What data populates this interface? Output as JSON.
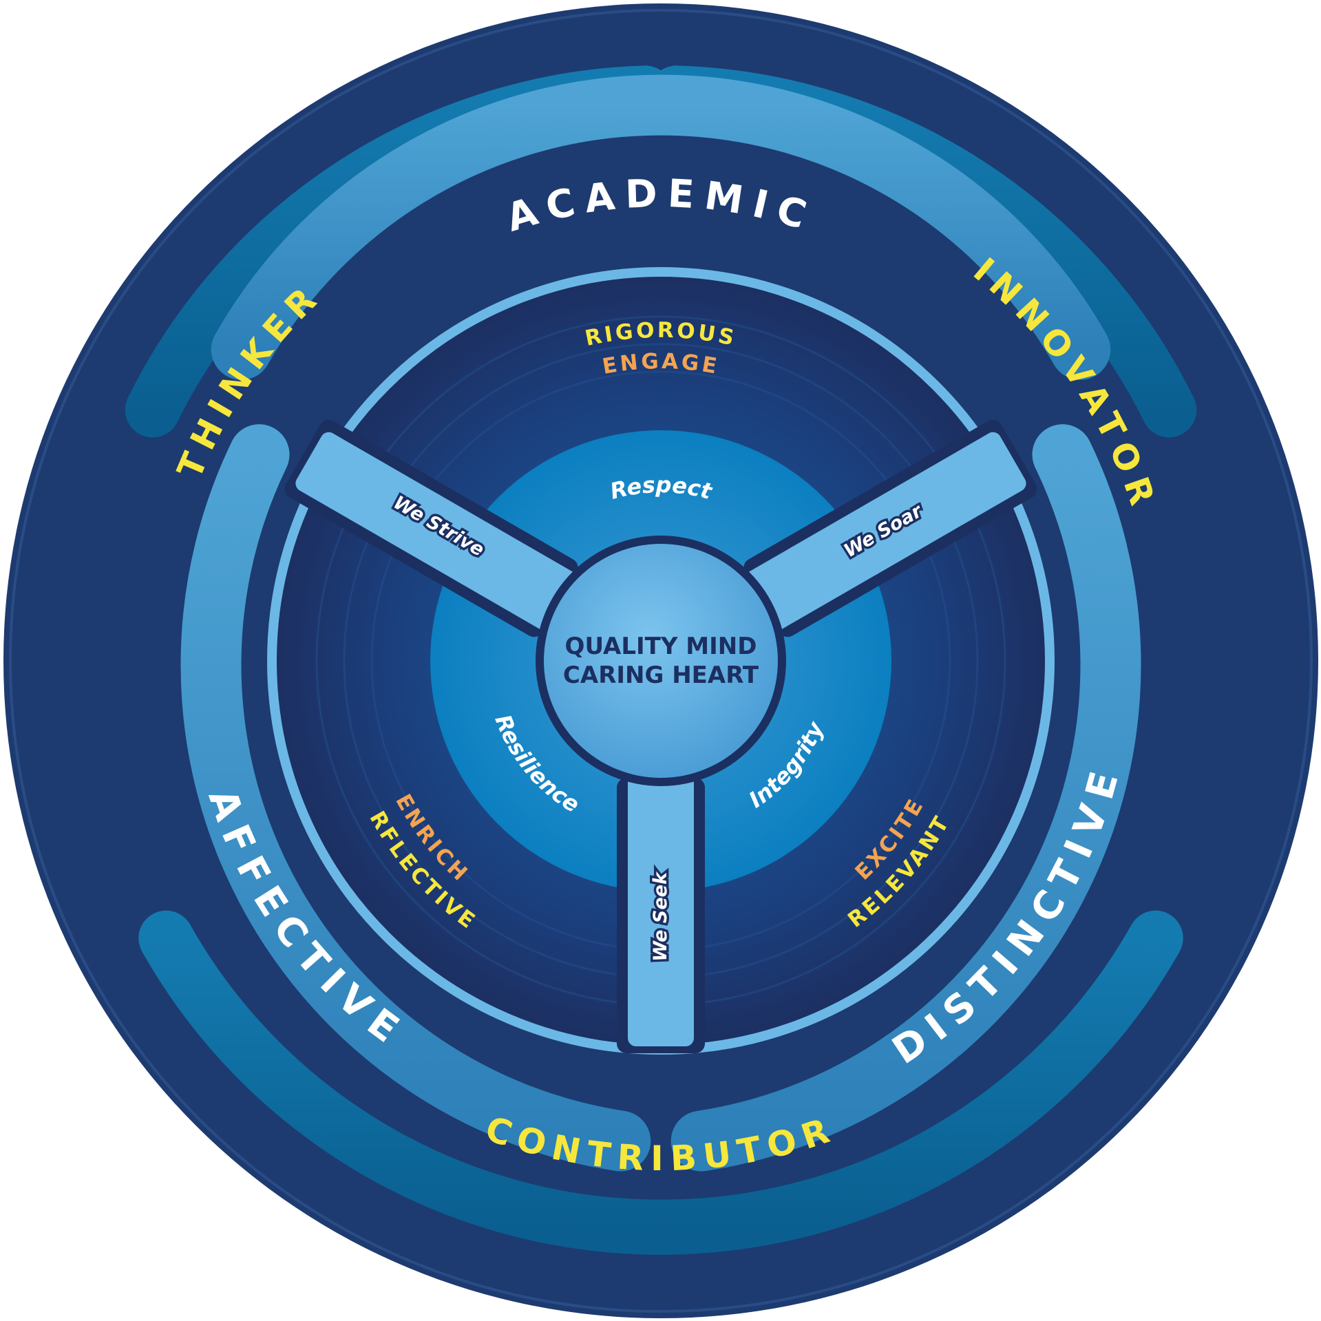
{
  "core": {
    "line1": "QUALITY MIND",
    "line2": "CARING HEART"
  },
  "outer_ring": {
    "top_left": "THINKER",
    "top_right": "INNOVATOR",
    "bottom": "CONTRIBUTOR"
  },
  "middle_ring": {
    "top": "ACADEMIC",
    "left": "DISTINCTIVE",
    "right": "AFFECTIVE"
  },
  "inner_sectors": {
    "top": {
      "word1": "RIGOROUS",
      "word2": "ENGAGE"
    },
    "left": {
      "word1": "RELEVANT",
      "word2": "EXCITE"
    },
    "right": {
      "word1": "RFLECTIVE",
      "word2": "ENRICH"
    }
  },
  "values": {
    "top": "Respect",
    "left": "Integrity",
    "right": "Resilience"
  },
  "spokes": {
    "left": "We Strive",
    "right": "We Soar",
    "bottom": "We Seek"
  },
  "colors": {
    "outer_disc": "#1d3b70",
    "outer_segment": "#0b6ea0",
    "middle_segment": "#3e93c6",
    "inner_disc": "#1c2f61",
    "light_ring": "#6bb8e6",
    "center_circle": "#5aa9df",
    "yellow_text": "#f7e73c",
    "orange_text": "#f4a451",
    "white_text": "#ffffff",
    "dark_text": "#1c2f61"
  }
}
